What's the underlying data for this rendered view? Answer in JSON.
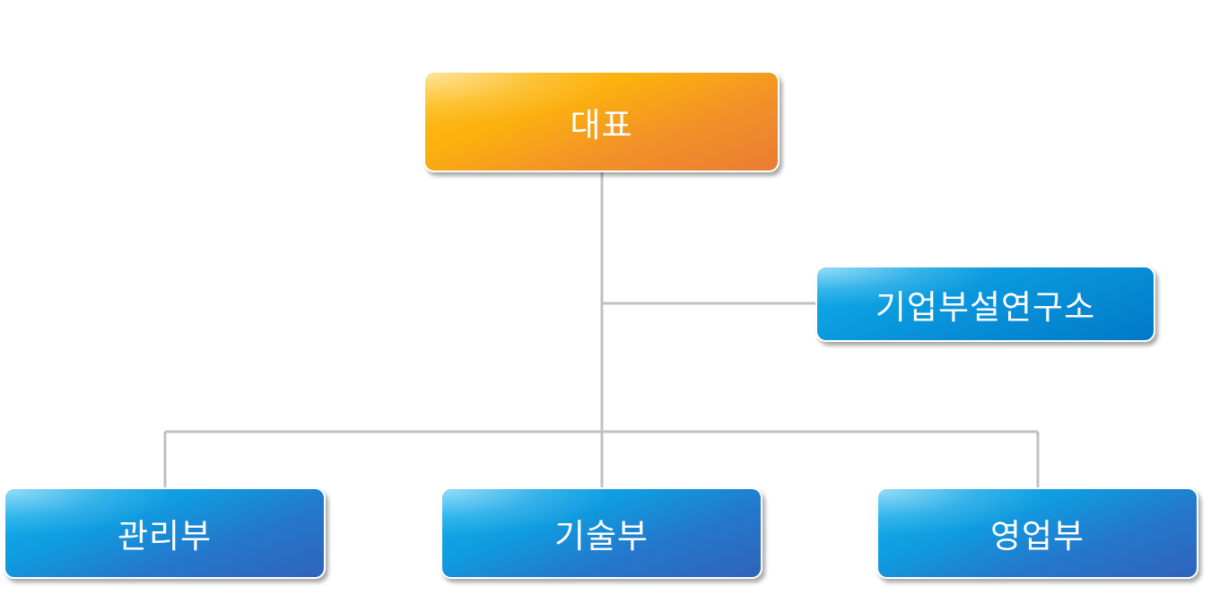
{
  "org_chart": {
    "ceo": {
      "label": "대표"
    },
    "lab": {
      "label": "기업부설연구소"
    },
    "departments": [
      {
        "label": "관리부"
      },
      {
        "label": "기술부"
      },
      {
        "label": "영업부"
      }
    ],
    "colors": {
      "connector": "#c0c0c0",
      "ceo_gradient": [
        "#ffc21a",
        "#ea7c33"
      ],
      "department_gradient": [
        "#12b2ee",
        "#3063ba"
      ],
      "text": "#ffffff"
    }
  }
}
